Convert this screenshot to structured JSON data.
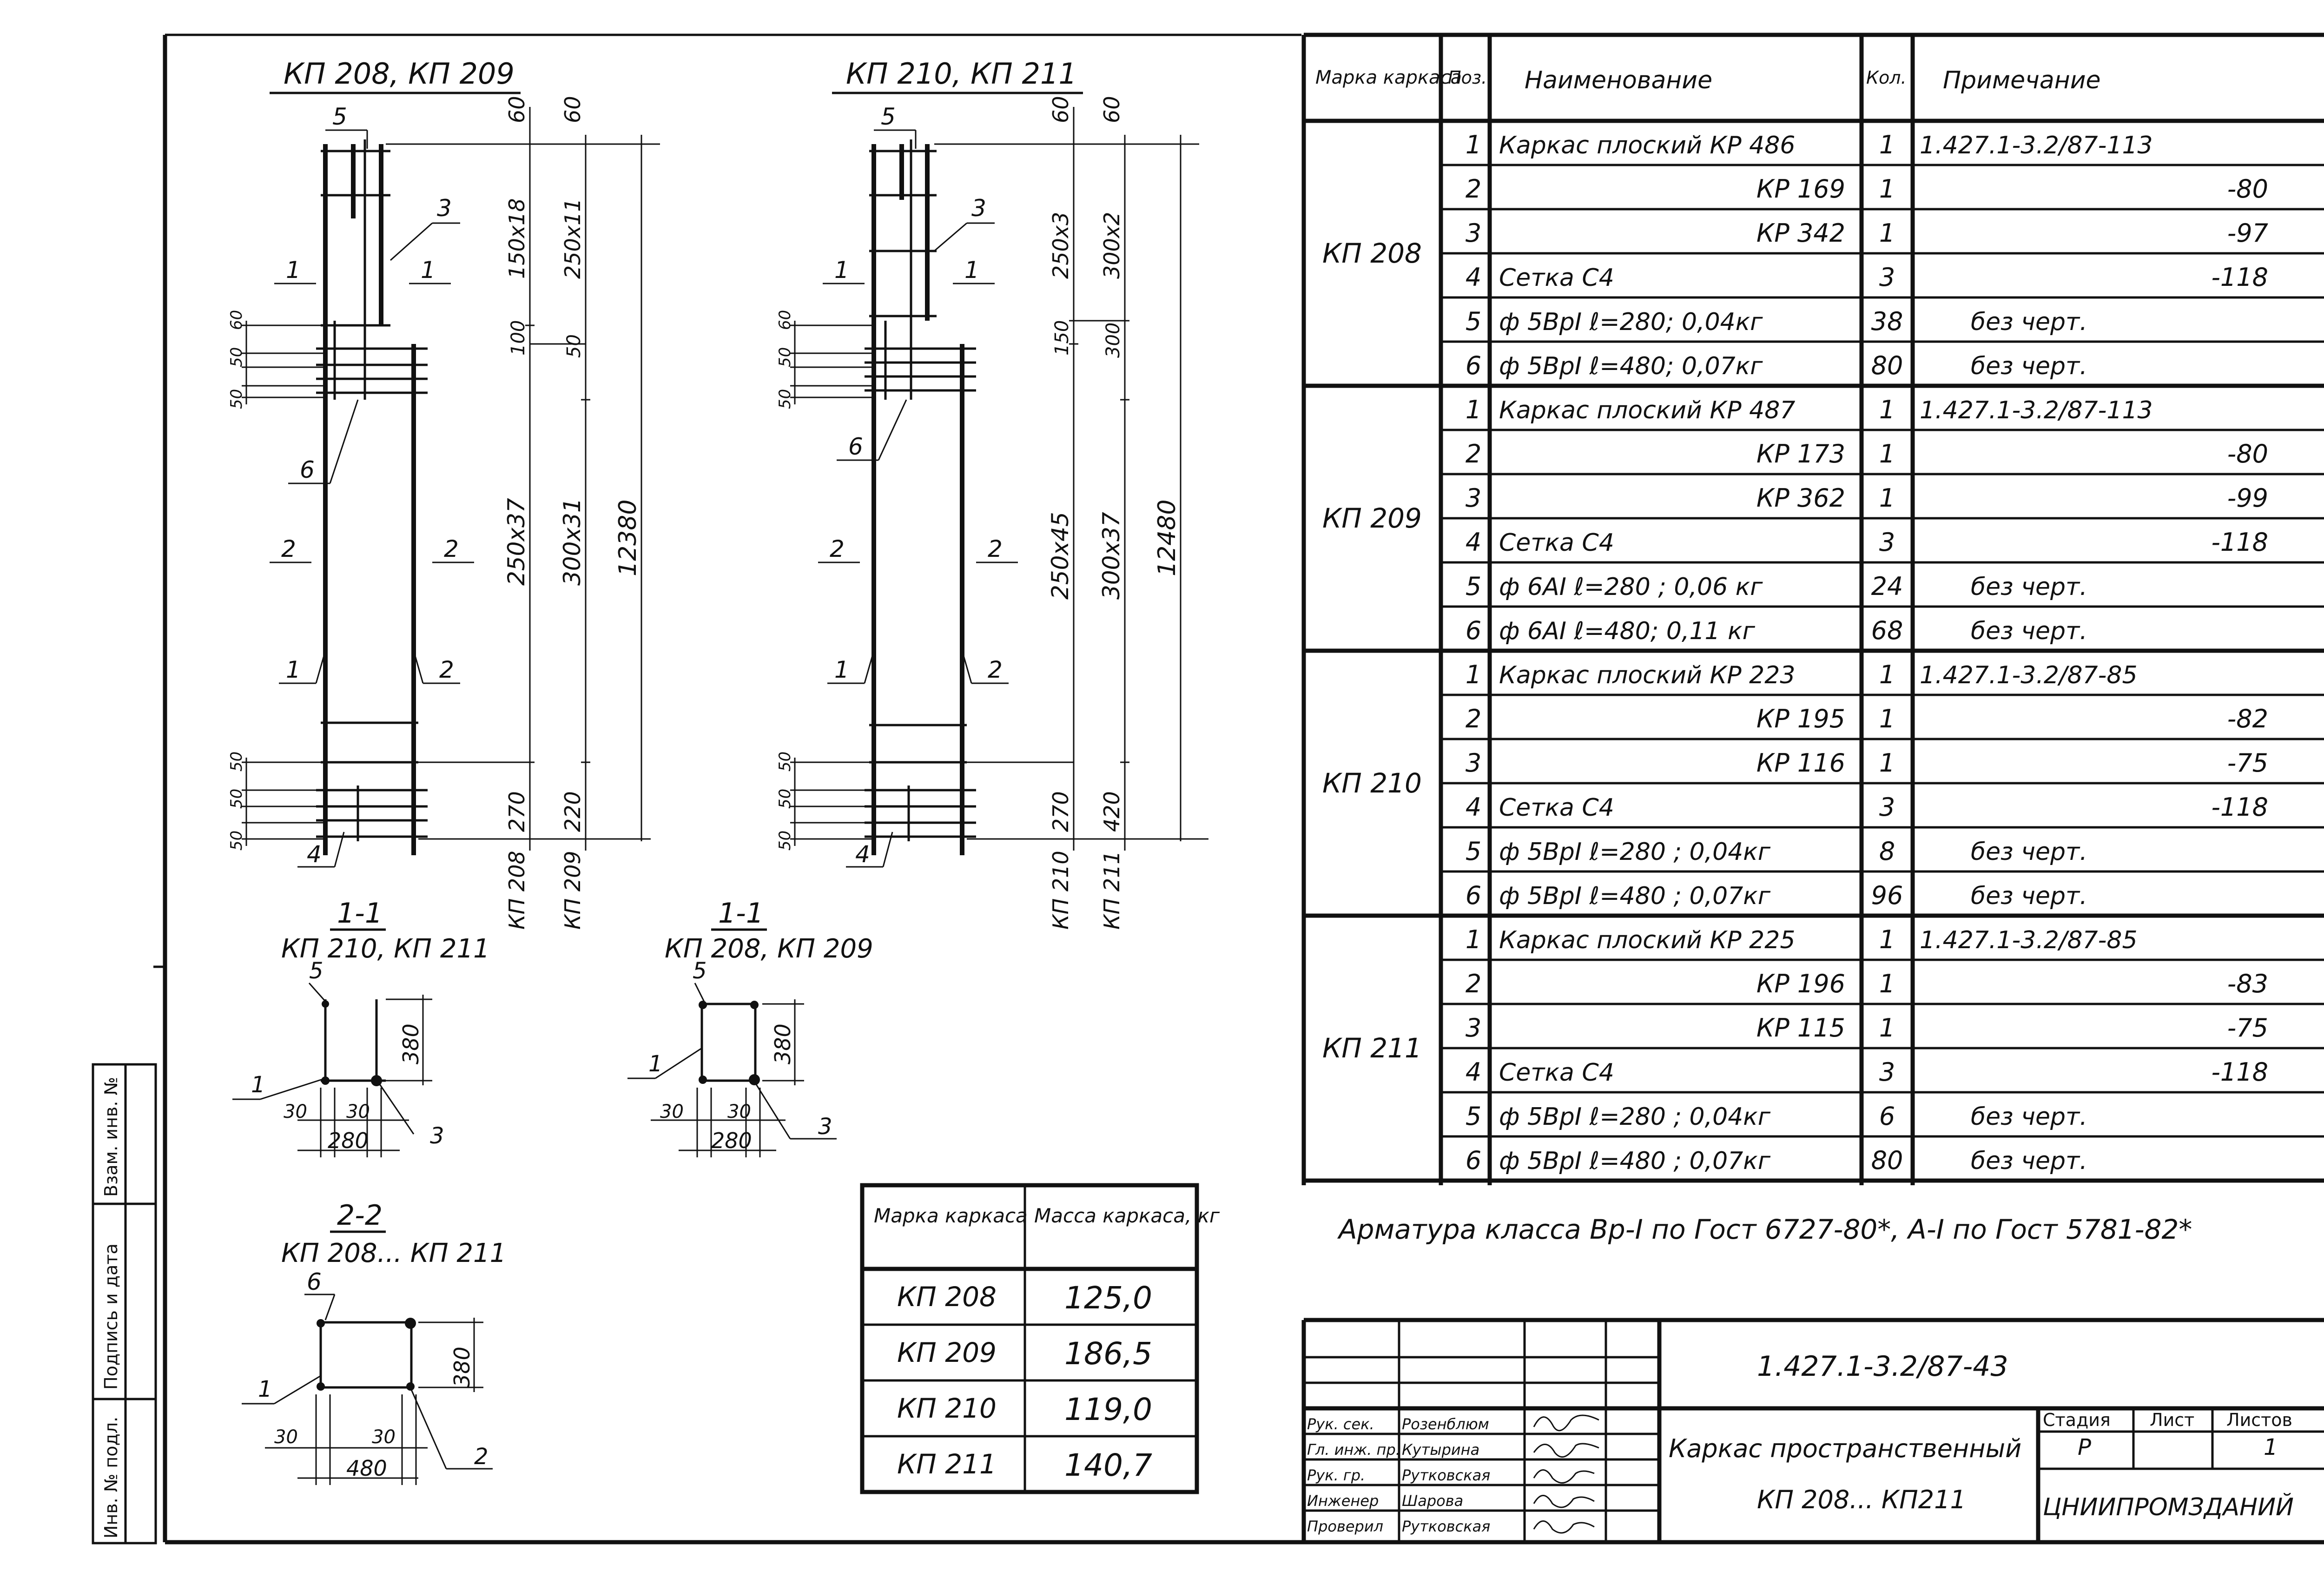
{
  "sheet": {
    "drawing_code": "1.427.1-3.2/87-43",
    "title_line1": "Каркас пространственный",
    "title_line2": "КП 208... КП211",
    "organization": "ЦНИИПРОМЗДАНИЙ",
    "stage_header": "Стадия",
    "sheet_header": "Лист",
    "sheets_header": "Листов",
    "stage_value": "Р",
    "sheet_value": "1",
    "signatures": [
      {
        "role": "Рук. сек.",
        "name": "Розенблюм"
      },
      {
        "role": "Гл. инж. пр.",
        "name": "Кутырина"
      },
      {
        "role": "Рук. гр.",
        "name": "Рутковская"
      },
      {
        "role": "Инженер",
        "name": "Шарова"
      },
      {
        "role": "Проверил",
        "name": "Рутковская"
      }
    ],
    "side_stamp": [
      "Инв. № подл.",
      "Подпись и дата",
      "Взам. инв. №"
    ],
    "note": "Арматура класса Вр-I по Гост 6727-80*, А-I по Гост 5781-82*"
  },
  "views": {
    "left_title": "КП 208, КП 209",
    "right_title": "КП 210, КП 211",
    "left_dims": [
      "60",
      "60",
      "150x18",
      "250x11",
      "100",
      "50",
      "250x37",
      "300x31",
      "12380",
      "270",
      "220",
      "КП 208",
      "КП 209",
      "60",
      "50",
      "50",
      "50",
      "50",
      "50"
    ],
    "right_dims": [
      "60",
      "60",
      "250x3",
      "300x2",
      "150",
      "300",
      "250x45",
      "300x37",
      "12480",
      "270",
      "420",
      "КП 210",
      "КП 211",
      "60",
      "50",
      "50",
      "50",
      "50",
      "50"
    ],
    "callouts_left": [
      "5",
      "3",
      "1",
      "1",
      "6",
      "2",
      "2",
      "1",
      "2",
      "4"
    ],
    "callouts_right": [
      "5",
      "3",
      "1",
      "1",
      "6",
      "2",
      "2",
      "1",
      "2",
      "4"
    ]
  },
  "sections": {
    "s1a_title": "1-1",
    "s1a_sub": "КП 210, КП 211",
    "s1a_dims": [
      "380",
      "30",
      "30",
      "280"
    ],
    "s1a_marks": [
      "5",
      "1",
      "3"
    ],
    "s1b_title": "1-1",
    "s1b_sub": "КП 208, КП 209",
    "s1b_dims": [
      "380",
      "30",
      "30",
      "280"
    ],
    "s1b_marks": [
      "5",
      "1",
      "3"
    ],
    "s2_title": "2-2",
    "s2_sub": "КП 208... КП 211",
    "s2_dims": [
      "380",
      "30",
      "30",
      "480"
    ],
    "s2_marks": [
      "6",
      "1",
      "2"
    ]
  },
  "spec_table": {
    "headers": [
      "Марка каркаса",
      "Поз.",
      "Наименование",
      "Кол.",
      "Примечание"
    ],
    "groups": [
      {
        "mark": "КП 208",
        "rows": [
          {
            "pos": "1",
            "name": "Каркас плоский КР 486",
            "qty": "1",
            "note": "1.427.1-3.2/87-113"
          },
          {
            "pos": "2",
            "name": "КР 169",
            "qty": "1",
            "note": "-80"
          },
          {
            "pos": "3",
            "name": "КР 342",
            "qty": "1",
            "note": "-97"
          },
          {
            "pos": "4",
            "name": "Сетка С4",
            "qty": "3",
            "note": "-118"
          },
          {
            "pos": "5",
            "name": "ф 5ВрI ℓ=280; 0,04кг",
            "qty": "38",
            "note": "без черт."
          },
          {
            "pos": "6",
            "name": "ф 5ВрI ℓ=480; 0,07кг",
            "qty": "80",
            "note": "без черт."
          }
        ]
      },
      {
        "mark": "КП 209",
        "rows": [
          {
            "pos": "1",
            "name": "Каркас плоский КР 487",
            "qty": "1",
            "note": "1.427.1-3.2/87-113"
          },
          {
            "pos": "2",
            "name": "КР 173",
            "qty": "1",
            "note": "-80"
          },
          {
            "pos": "3",
            "name": "КР 362",
            "qty": "1",
            "note": "-99"
          },
          {
            "pos": "4",
            "name": "Сетка С4",
            "qty": "3",
            "note": "-118"
          },
          {
            "pos": "5",
            "name": "ф 6АI ℓ=280 ; 0,06 кг",
            "qty": "24",
            "note": "без черт."
          },
          {
            "pos": "6",
            "name": "ф 6АI ℓ=480; 0,11 кг",
            "qty": "68",
            "note": "без черт."
          }
        ]
      },
      {
        "mark": "КП 210",
        "rows": [
          {
            "pos": "1",
            "name": "Каркас плоский КР 223",
            "qty": "1",
            "note": "1.427.1-3.2/87-85"
          },
          {
            "pos": "2",
            "name": "КР 195",
            "qty": "1",
            "note": "-82"
          },
          {
            "pos": "3",
            "name": "КР 116",
            "qty": "1",
            "note": "-75"
          },
          {
            "pos": "4",
            "name": "Сетка С4",
            "qty": "3",
            "note": "-118"
          },
          {
            "pos": "5",
            "name": "ф 5ВрI ℓ=280 ; 0,04кг",
            "qty": "8",
            "note": "без черт."
          },
          {
            "pos": "6",
            "name": "ф 5ВрI ℓ=480 ; 0,07кг",
            "qty": "96",
            "note": "без черт."
          }
        ]
      },
      {
        "mark": "КП 211",
        "rows": [
          {
            "pos": "1",
            "name": "Каркас плоский КР 225",
            "qty": "1",
            "note": "1.427.1-3.2/87-85"
          },
          {
            "pos": "2",
            "name": "КР 196",
            "qty": "1",
            "note": "-83"
          },
          {
            "pos": "3",
            "name": "КР 115",
            "qty": "1",
            "note": "-75"
          },
          {
            "pos": "4",
            "name": "Сетка С4",
            "qty": "3",
            "note": "-118"
          },
          {
            "pos": "5",
            "name": "ф 5ВрI ℓ=280 ; 0,04кг",
            "qty": "6",
            "note": "без черт."
          },
          {
            "pos": "6",
            "name": "ф 5ВрI ℓ=480 ; 0,07кг",
            "qty": "80",
            "note": "без черт."
          }
        ]
      }
    ]
  },
  "mass_table": {
    "headers": [
      "Марка каркаса",
      "Масса каркаса, кг"
    ],
    "rows": [
      {
        "mark": "КП 208",
        "mass": "125,0"
      },
      {
        "mark": "КП 209",
        "mass": "186,5"
      },
      {
        "mark": "КП 210",
        "mass": "119,0"
      },
      {
        "mark": "КП 211",
        "mass": "140,7"
      }
    ]
  }
}
